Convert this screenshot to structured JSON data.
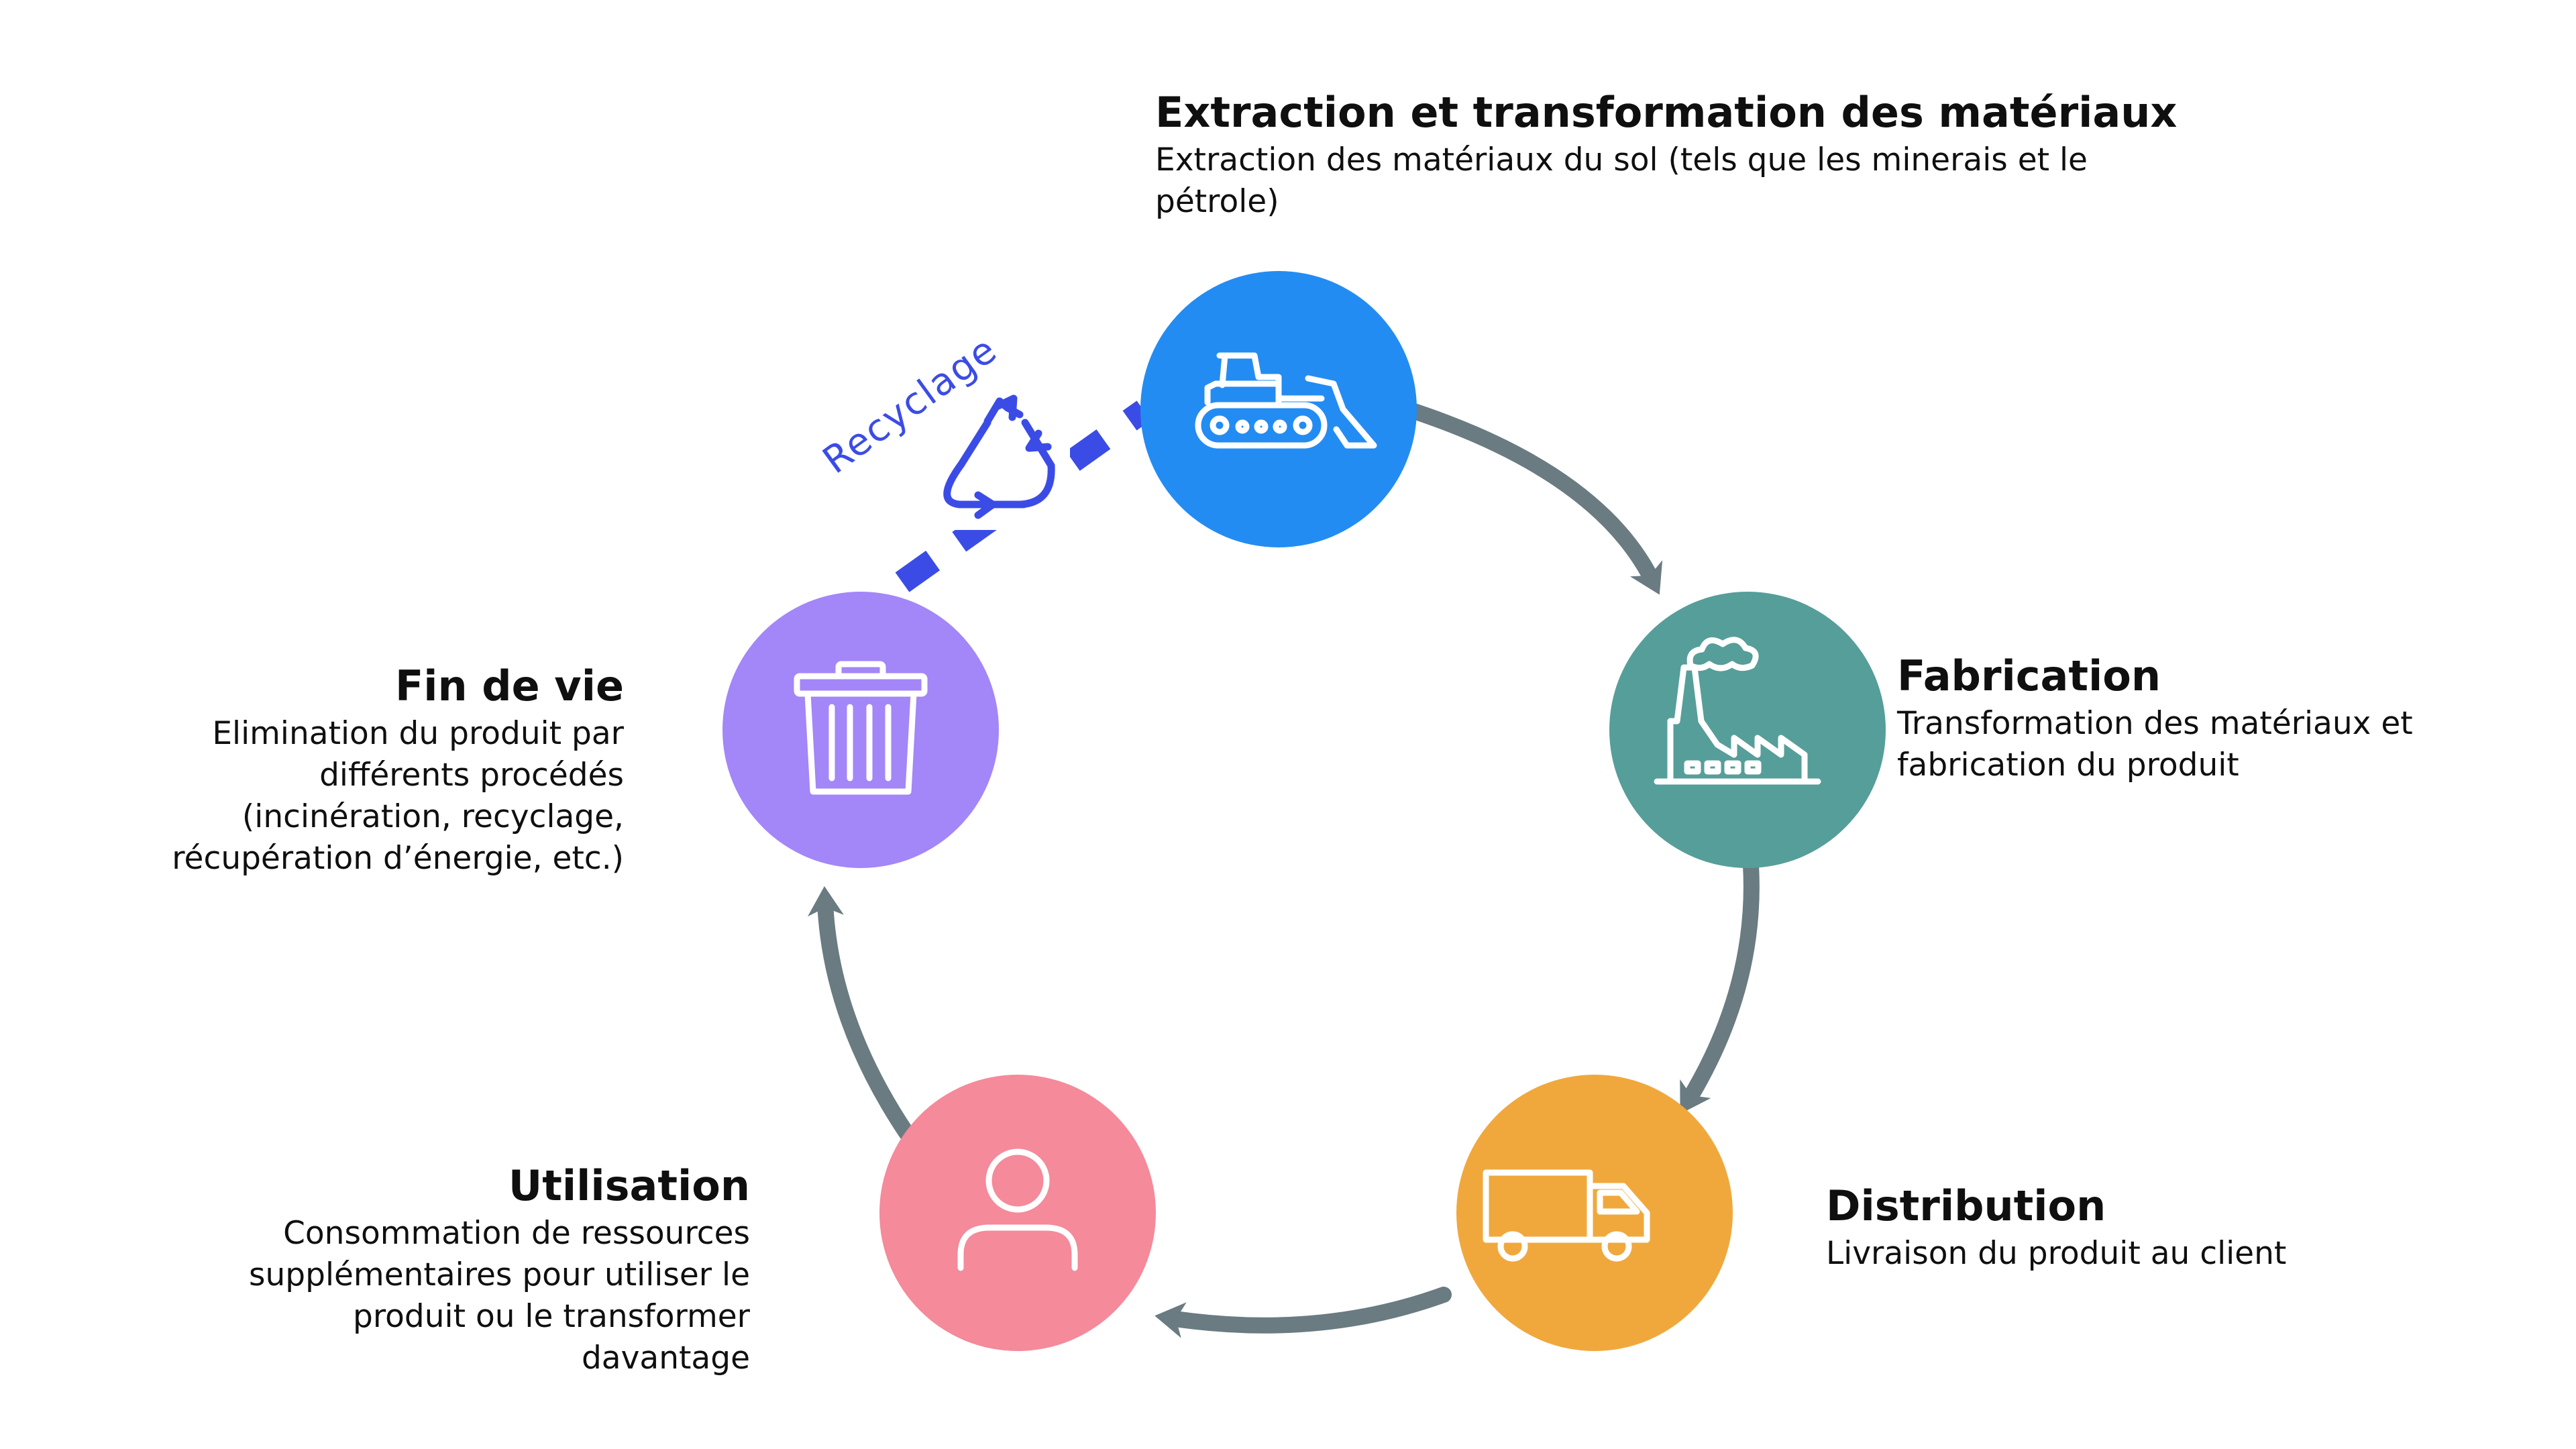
{
  "stages": {
    "extraction": {
      "title": "Extraction et transformation des matériaux",
      "description": "Extraction des matériaux du sol (tels que les minerais et le pétrole)",
      "icon": "bulldozer-icon",
      "color": "#238cf2"
    },
    "fabrication": {
      "title": "Fabrication",
      "description": "Transformation des matériaux et fabrication du produit",
      "icon": "factory-icon",
      "color": "#569e9a"
    },
    "distribution": {
      "title": "Distribution",
      "description": "Livraison du produit au client",
      "icon": "truck-icon",
      "color": "#f0a83d"
    },
    "utilisation": {
      "title": "Utilisation",
      "description": "Consommation de ressources supplémentaires pour utiliser le produit ou le transformer davantage",
      "icon": "person-icon",
      "color": "#f48a9a"
    },
    "fin_de_vie": {
      "title": "Fin de vie",
      "description": "Elimination du produit par différents procédés (incinération, recyclage, récupération d’énergie, etc.)",
      "icon": "trash-bin-icon",
      "color": "#a386f8"
    }
  },
  "recycling": {
    "label": "Recyclage",
    "icon": "recycle-icon",
    "color": "#3b4ce6"
  },
  "arrow_color": "#6a7b82"
}
